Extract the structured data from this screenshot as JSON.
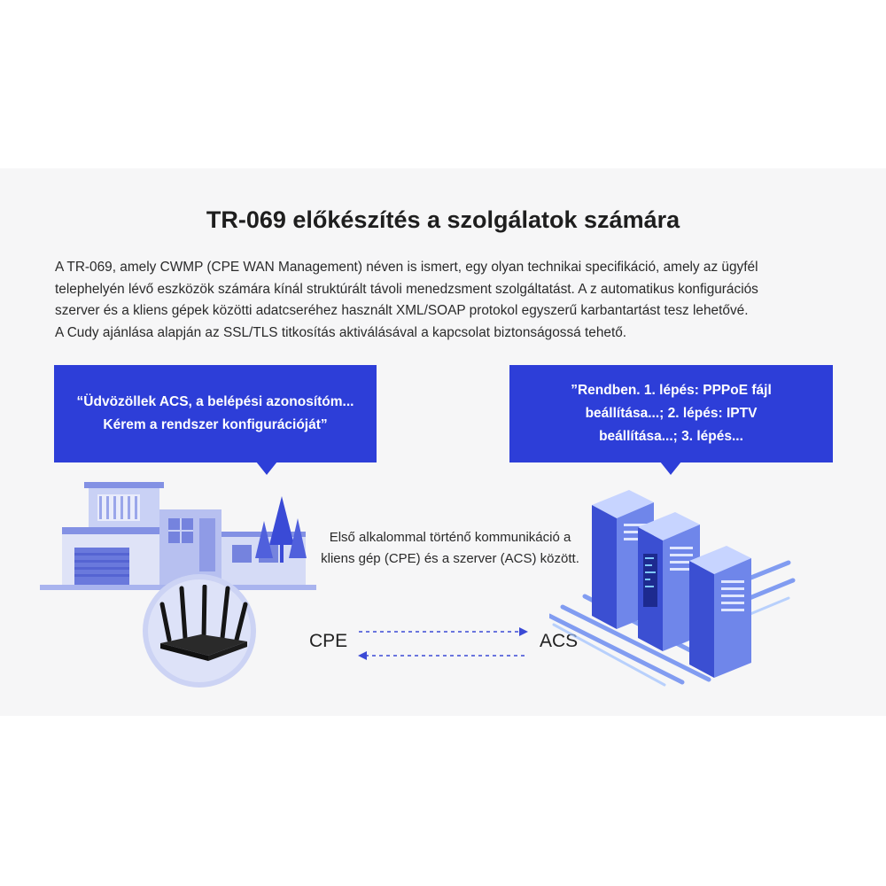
{
  "title": "TR-069 előkészítés a szolgálatok számára",
  "intro": [
    "A TR-069, amely CWMP (CPE WAN Management) néven is ismert, egy olyan technikai specifikáció, amely az ügyfél",
    "telephelyén lévő eszközök számára kínál struktúrált távoli menedzsment szolgáltatást. A z automatikus konfigurációs",
    "szerver és a kliens gépek közötti adatcseréhez használt XML/SOAP protokol egyszerű karbantartást tesz lehetővé.",
    "A Cudy ajánlása alapján az SSL/TLS titkosítás aktiválásával a kapcsolat biztonságossá tehető."
  ],
  "bubble_left": {
    "lines": [
      "“Üdvözöllek ACS, a belépési azonosítóm...",
      "Kérem a rendszer konfigurációját”"
    ]
  },
  "bubble_right": {
    "lines": [
      "”Rendben. 1. lépés: PPPoE fájl",
      "beállítása...; 2. lépés: IPTV",
      "beállítása...; 3. lépés..."
    ]
  },
  "communication": {
    "lines": [
      "Első alkalommal történő kommunikáció a",
      "kliens gép (CPE) és a szerver (ACS)  között."
    ]
  },
  "labels": {
    "cpe": "CPE",
    "acs": "ACS"
  },
  "icons": {
    "house": "house-illustration-icon",
    "router": "router-icon",
    "servers": "server-rack-icon"
  },
  "colors": {
    "accent": "#2d3ed8",
    "panel_bg": "#f6f6f7",
    "illustration_blue": "#5a6bd8",
    "illustration_light": "#c9d1f5"
  }
}
